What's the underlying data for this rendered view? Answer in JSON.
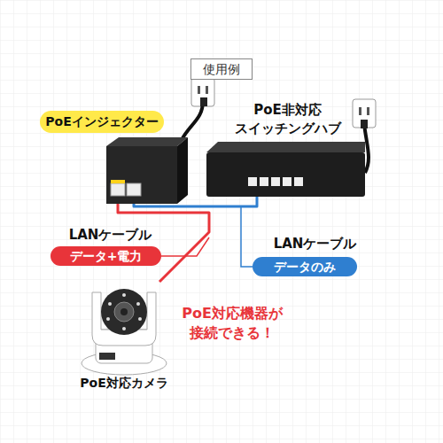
{
  "diagram": {
    "title": "使用例",
    "nodes": [
      {
        "text": [
          "PoEインジェクター"
        ]
      },
      {
        "text": [
          "PoE非対応 スイッチングハブ"
        ]
      },
      {
        "text": [
          "PoE対応カメラ"
        ]
      }
    ],
    "edges": [
      {
        "from": 0,
        "to": 2,
        "arrow": "none",
        "label": "データ+電力"
      },
      {
        "from": 0,
        "to": 1,
        "arrow": "none",
        "label": "データのみ"
      }
    ],
    "labels": [
      "LANケーブル",
      "LANケーブル",
      "PoE対応機器が 接続できる！"
    ]
  }
}
